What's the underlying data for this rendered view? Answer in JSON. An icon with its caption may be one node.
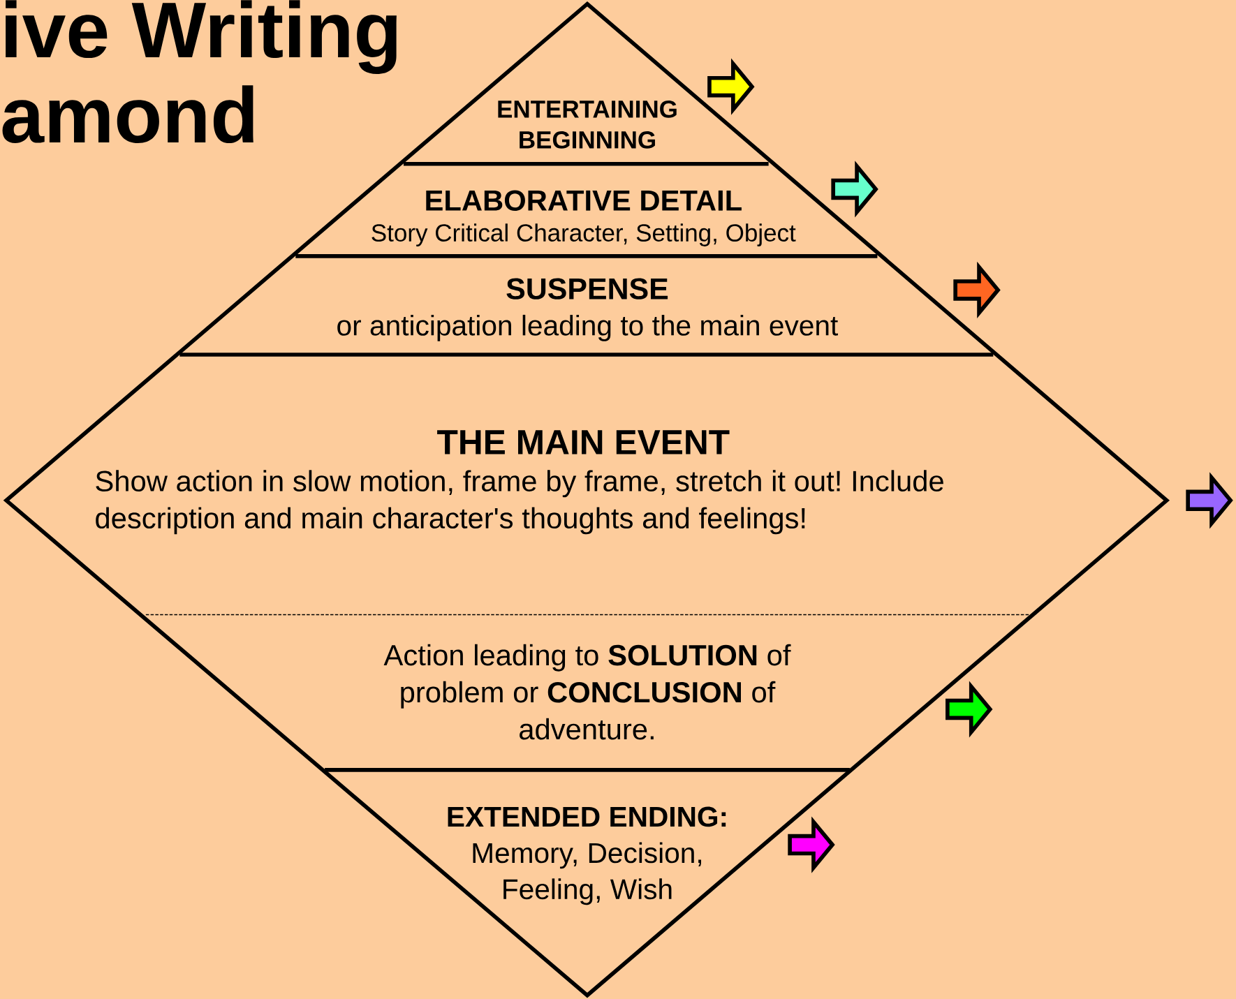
{
  "diagram": {
    "title": "ive Writing amond",
    "nodes": [
      {
        "text": [],
        "shape": "diamond"
      },
      {
        "text": [
          "ENTERTAINING BEGINNING"
        ],
        "in": 0
      },
      {
        "text": [
          "ELABORATIVE DETAIL",
          "Story Critical Character, Setting, Object"
        ],
        "in": 0
      },
      {
        "text": [
          "SUSPENSE",
          "or anticipation leading to the main event"
        ],
        "in": 0
      },
      {
        "text": [
          "THE MAIN EVENT",
          "Show action in slow motion, frame by frame, stretch it out! Include description and main character's thoughts and feelings!"
        ],
        "in": 0
      },
      {
        "text": [
          "Action leading to **SOLUTION** of problem or **CONCLUSION** of adventure."
        ],
        "in": 0
      },
      {
        "text": [
          "EXTENDED ENDING:",
          "Memory, Decision, Feeling, Wish"
        ],
        "in": 0
      }
    ]
  }
}
